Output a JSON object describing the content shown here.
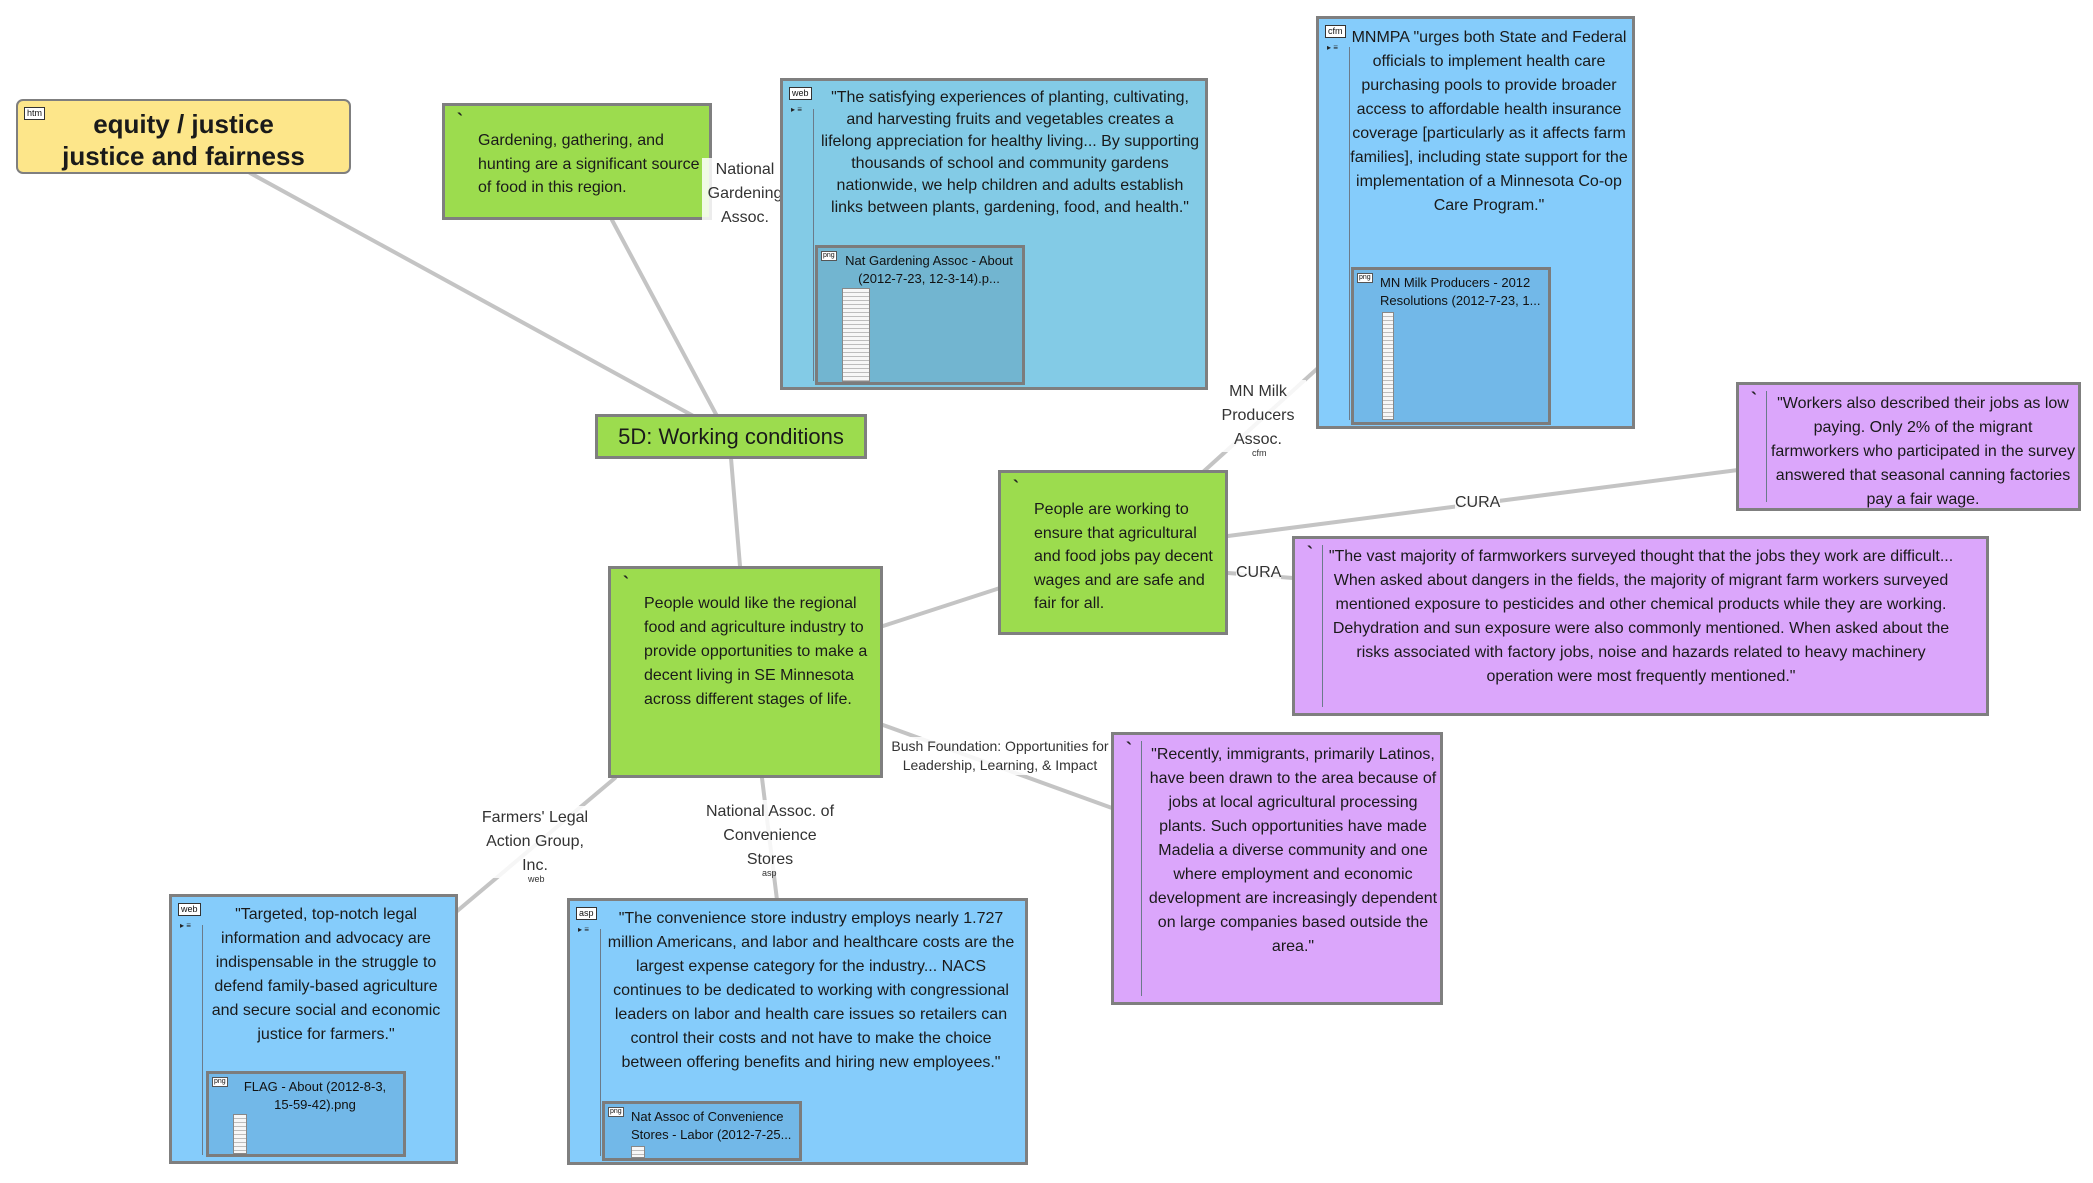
{
  "title_node": {
    "tag": "htm",
    "line1": "equity / justice",
    "line2": "justice and fairness"
  },
  "hub": {
    "label": "5D: Working conditions"
  },
  "gardening_claim": {
    "text": "Gardening, gathering, and hunting are a significant source of food in this region."
  },
  "decent_living": {
    "text": "People would like the regional food and agriculture industry to provide opportunities to make a decent living in SE Minnesota across different stages of life."
  },
  "ensure_wages": {
    "text": "People are working to ensure that agricultural and food jobs pay decent wages and are safe and fair for all."
  },
  "nga_quote": {
    "tag": "web",
    "text": "\"The satisfying experiences of planting, cultivating, and harvesting fruits and vegetables creates a lifelong appreciation for healthy living... By supporting thousands of school and community gardens nationwide, we help children and adults establish links between plants, gardening, food, and health.\"",
    "doc_tag": "png",
    "doc_title": "Nat Gardening Assoc - About (2012-7-23, 12-3-14).p..."
  },
  "mnmpa_quote": {
    "tag": "cfm",
    "text": "MNMPA \"urges both State and Federal officials to implement health care purchasing pools to provide broader access to affordable health insurance coverage [particularly as it affects farm families], including state support for the implementation of a Minnesota Co-op Care Program.\"",
    "doc_tag": "png",
    "doc_title": "MN Milk Producers - 2012 Resolutions (2012-7-23, 1..."
  },
  "cura_quote1": {
    "text": "\"Workers also described their jobs as low paying. Only 2% of the migrant farmworkers who participated in the survey answered that seasonal canning factories pay a fair wage."
  },
  "cura_quote2": {
    "text": "\"The vast majority of farmworkers surveyed thought that the jobs they work are difficult... When asked about dangers in the fields, the majority of migrant farm workers surveyed mentioned exposure to pesticides and other chemical products while they are working. Dehydration and sun exposure were also commonly mentioned. When asked about the risks associated with factory jobs, noise and hazards related to heavy machinery operation were most frequently mentioned.\""
  },
  "immigrants_quote": {
    "text": "\"Recently, immigrants, primarily Latinos, have been drawn to the area because of jobs at local agricultural processing plants. Such opportunities have made Madelia a diverse community and one where employment and economic development are increasingly dependent on large companies based outside the area.\""
  },
  "flag_quote": {
    "tag": "web",
    "text": "\"Targeted, top-notch legal information and advocacy are indispensable in the struggle to defend family-based agriculture and secure social and economic justice for farmers.\"",
    "doc_tag": "png",
    "doc_title": "FLAG - About (2012-8-3, 15-59-42).png"
  },
  "nacs_quote": {
    "tag": "asp",
    "text": "\"The convenience store industry employs nearly 1.727 million Americans, and labor and healthcare costs are the largest expense category for the industry... NACS continues to be dedicated to working with congressional leaders on labor and health care issues so retailers can control their costs and not have to make the choice between offering benefits and hiring new employees.\"",
    "doc_tag": "png",
    "doc_title": "Nat Assoc of Convenience Stores - Labor (2012-7-25..."
  },
  "edge_labels": {
    "nga": "National Gardening Assoc.",
    "mn_milk": "MN Milk Producers Assoc.",
    "mn_milk_tag": "cfm",
    "cura1": "CURA",
    "cura2": "CURA",
    "bush": "Bush Foundation: Opportunities for Leadership, Learning, & Impact",
    "flag": "Farmers' Legal Action Group, Inc.",
    "flag_tag": "web",
    "nacs": "National Assoc. of Convenience Stores",
    "nacs_tag": "asp"
  },
  "colors": {
    "green": "#9cdc4e",
    "blue": "#85ccfb",
    "cyan": "#83cbe6",
    "purple": "#dba6fb",
    "yellow": "#fde68a",
    "link": "#c4c4c4"
  }
}
